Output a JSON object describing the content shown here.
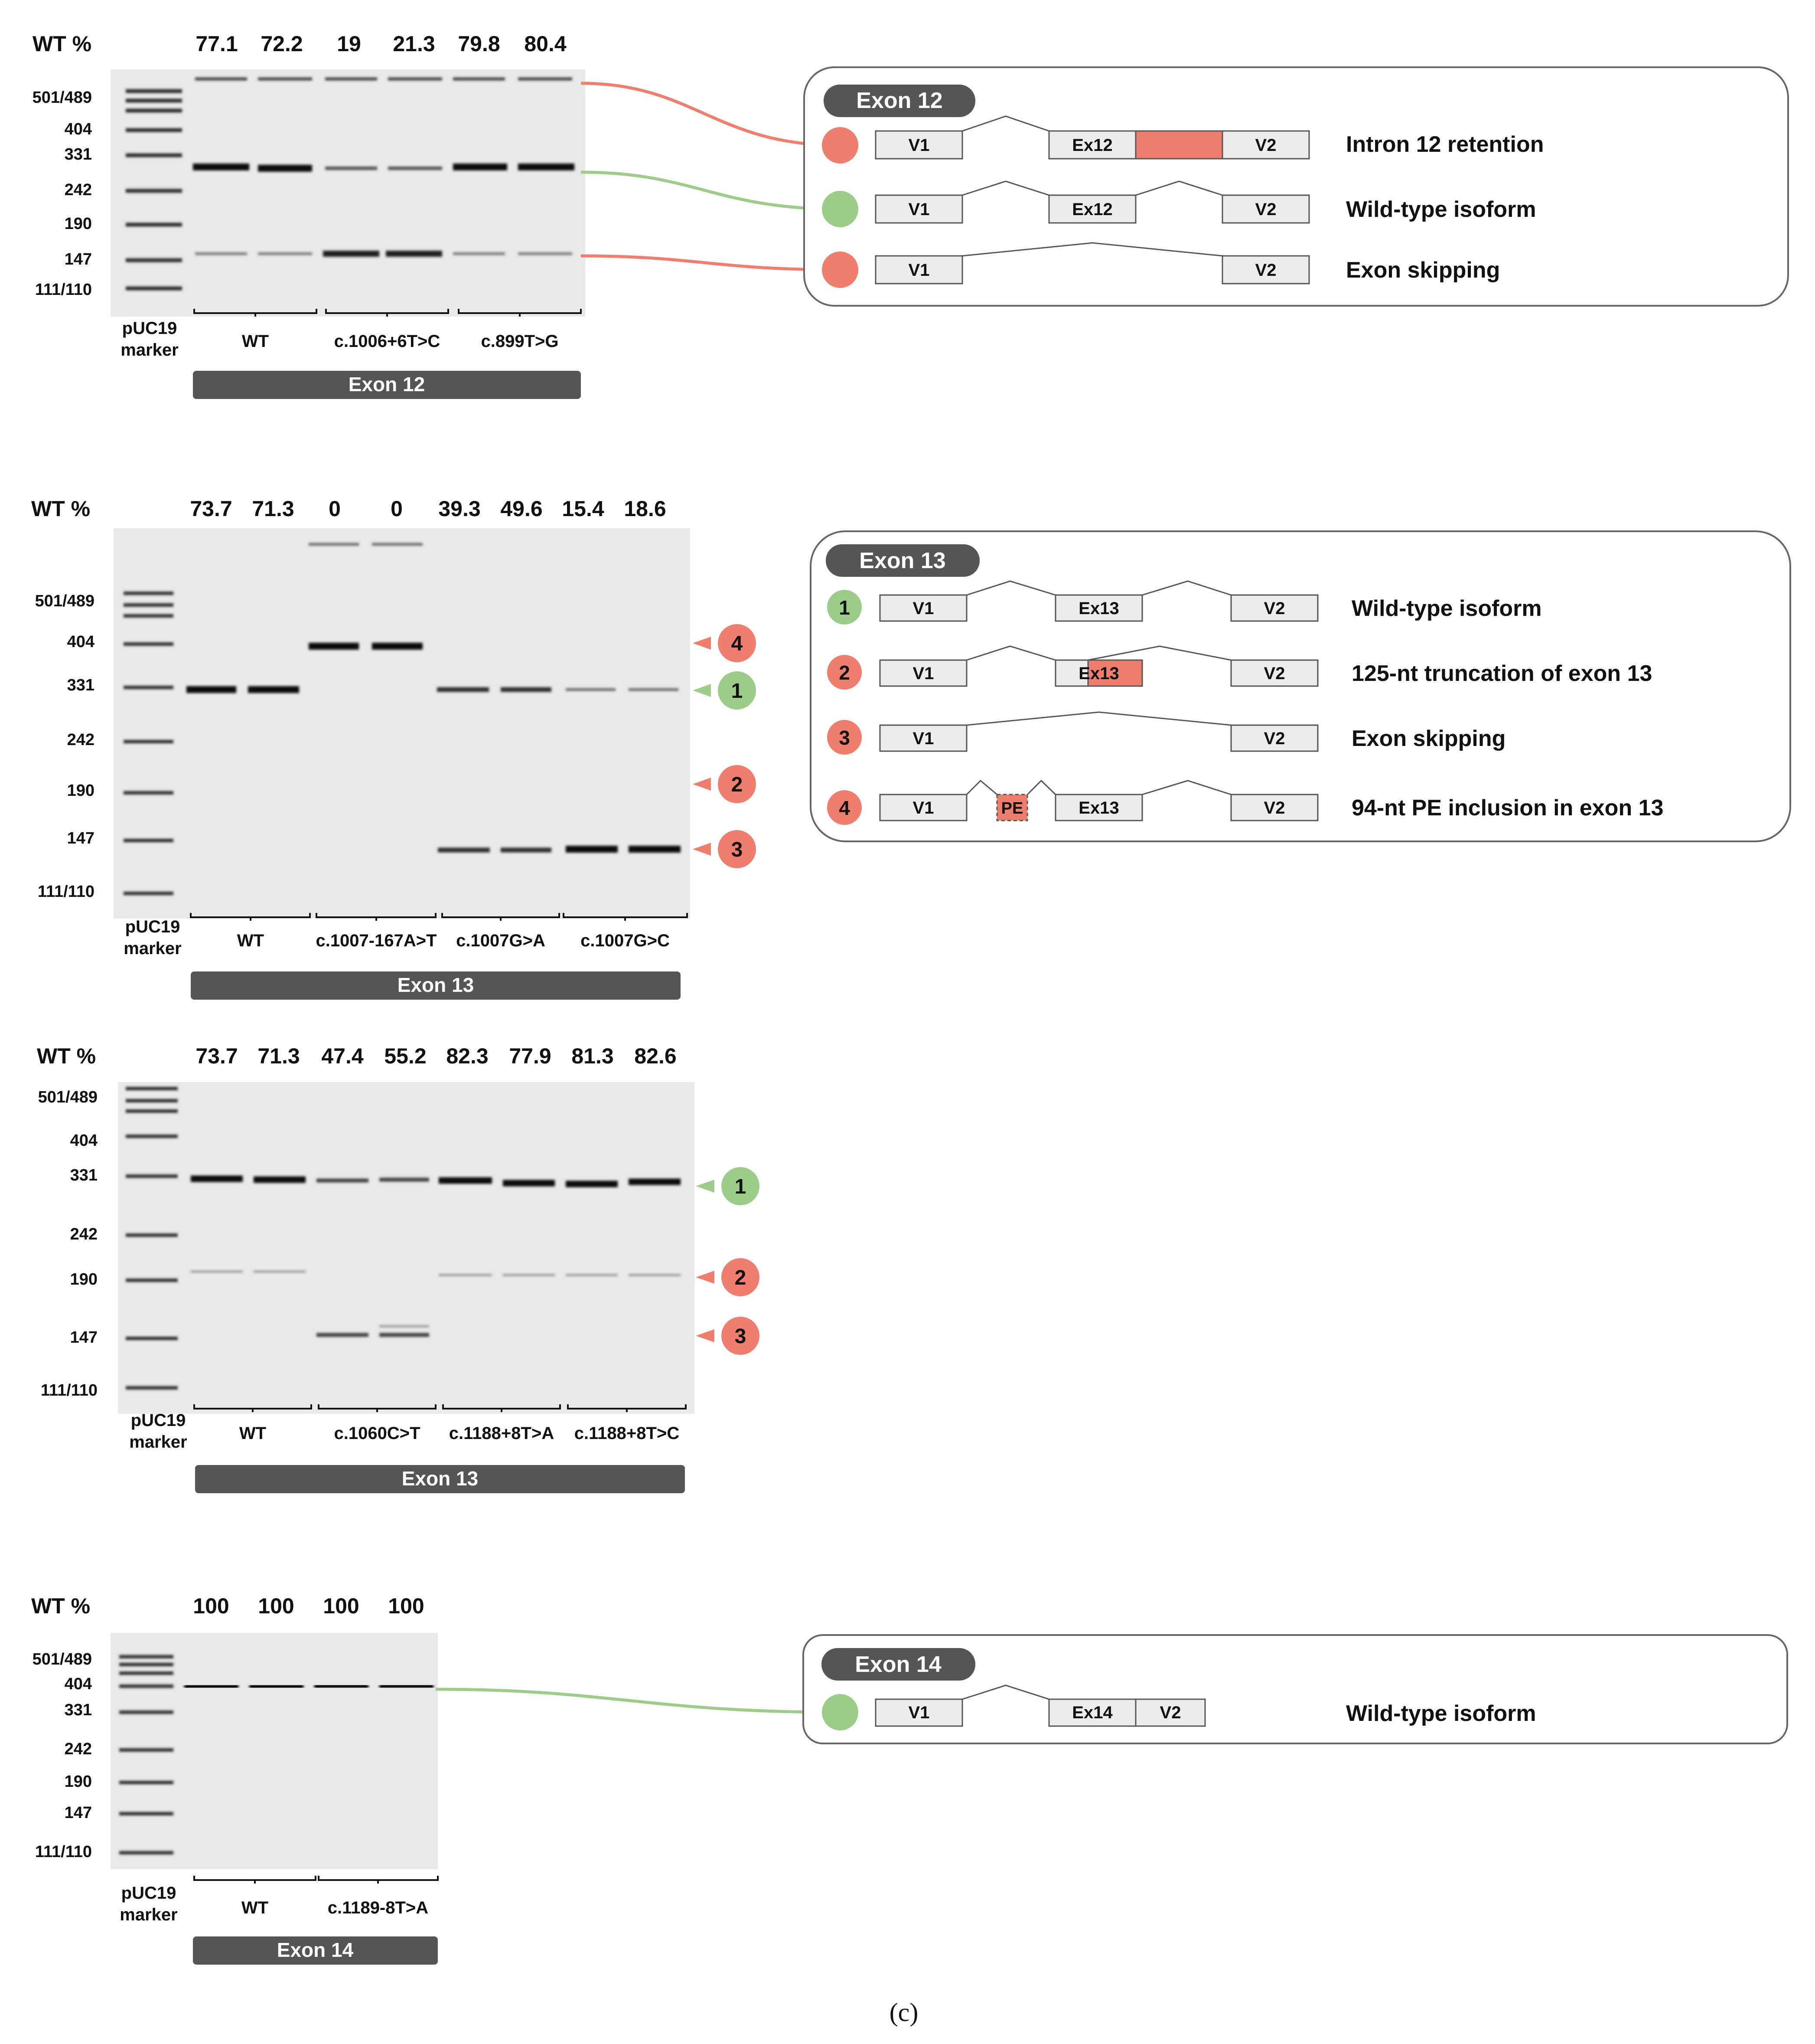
{
  "panel_letter": "(c)",
  "wt_label": "WT %",
  "marker_label_1": "pUC19",
  "marker_label_2": "marker",
  "colors": {
    "green": "#9dcc8a",
    "red": "#f07e6e",
    "dark_bar": "#555555",
    "gel_bg": "#e9e9e9",
    "band": "#1a1a1a"
  },
  "gels": [
    {
      "exon_label": "Exon 12",
      "ladder": [
        "501/489",
        "404",
        "331",
        "242",
        "190",
        "147",
        "111/110"
      ],
      "wt_values": [
        "77.1",
        "72.2",
        "19",
        "21.3",
        "79.8",
        "80.4"
      ],
      "groups": [
        "WT",
        "c.1006+6T>C",
        "c.899T>G"
      ]
    },
    {
      "exon_label": "Exon 13",
      "ladder": [
        "501/489",
        "404",
        "331",
        "242",
        "190",
        "147",
        "111/110"
      ],
      "wt_values": [
        "73.7",
        "71.3",
        "0",
        "0",
        "39.3",
        "49.6",
        "15.4",
        "18.6"
      ],
      "groups": [
        "WT",
        "c.1007-167A>T",
        "c.1007G>A",
        "c.1007G>C"
      ],
      "markers": [
        "4",
        "1",
        "2",
        "3"
      ]
    },
    {
      "exon_label": "Exon 13",
      "ladder": [
        "501/489",
        "404",
        "331",
        "242",
        "190",
        "147",
        "111/110"
      ],
      "wt_values": [
        "73.7",
        "71.3",
        "47.4",
        "55.2",
        "82.3",
        "77.9",
        "81.3",
        "82.6"
      ],
      "groups": [
        "WT",
        "c.1060C>T",
        "c.1188+8T>A",
        "c.1188+8T>C"
      ],
      "markers": [
        "1",
        "2",
        "3"
      ]
    },
    {
      "exon_label": "Exon 14",
      "ladder": [
        "501/489",
        "404",
        "331",
        "242",
        "190",
        "147",
        "111/110"
      ],
      "wt_values": [
        "100",
        "100",
        "100",
        "100"
      ],
      "groups": [
        "WT",
        "c.1189-8T>A"
      ]
    }
  ],
  "schemes": [
    {
      "title": "Exon 12",
      "rows": [
        {
          "boxes": [
            "V1",
            "Ex12",
            "V2"
          ],
          "desc": "Intron 12 retention"
        },
        {
          "boxes": [
            "V1",
            "Ex12",
            "V2"
          ],
          "desc": "Wild-type isoform"
        },
        {
          "boxes": [
            "V1",
            "V2"
          ],
          "desc": "Exon skipping"
        }
      ]
    },
    {
      "title": "Exon 13",
      "rows": [
        {
          "num": "1",
          "boxes": [
            "V1",
            "Ex13",
            "V2"
          ],
          "desc": "Wild-type isoform"
        },
        {
          "num": "2",
          "boxes": [
            "V1",
            "Ex13",
            "V2"
          ],
          "desc": "125-nt truncation of exon 13"
        },
        {
          "num": "3",
          "boxes": [
            "V1",
            "V2"
          ],
          "desc": "Exon skipping"
        },
        {
          "num": "4",
          "boxes": [
            "V1",
            "PE",
            "Ex13",
            "V2"
          ],
          "desc": "94-nt PE inclusion in exon 13"
        }
      ]
    },
    {
      "title": "Exon 14",
      "rows": [
        {
          "boxes": [
            "V1",
            "Ex14",
            "V2"
          ],
          "desc": "Wild-type isoform"
        }
      ]
    }
  ]
}
